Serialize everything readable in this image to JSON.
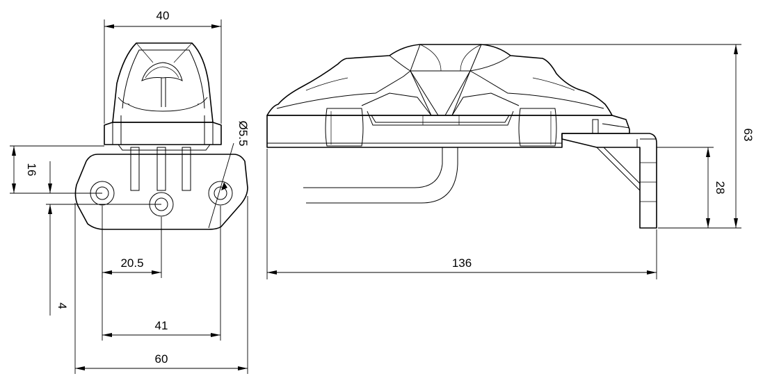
{
  "dimensions": {
    "front_width_top": "40",
    "height_16": "16",
    "hole_diameter": "Ø5.5",
    "spacing_20_5": "20.5",
    "offset_4": "4",
    "spacing_41": "41",
    "base_width": "60",
    "length": "136",
    "bracket_height": "28",
    "total_height": "63"
  },
  "colors": {
    "line": "#000000",
    "background": "#ffffff"
  }
}
